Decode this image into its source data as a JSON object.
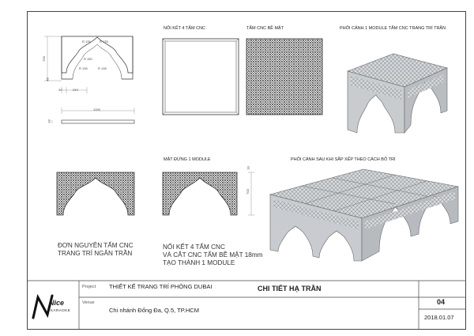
{
  "labels": {
    "noi_ket_4": "NỐI KẾT 4 TẤM CNC",
    "tam_cnc_be_mat": "TẤM CNC BỀ MẶT",
    "phoi_canh_1": "PHỐI CẢNH 1 MODULE TẤM CNC TRANG TRÍ TRẦN",
    "mat_dung": "MẶT ĐỨNG 1 MODULE",
    "phoi_canh_sau": "PHỐI CẢNH SAU KHI SẮP XẾP THEO CÁCH BỐ TRÍ",
    "don_nguyen_line1": "ĐƠN NGUYÊN TẤM CNC",
    "don_nguyen_line2": "TRANG TRÍ NGĂN TRẦN",
    "noi_ket_line1": "NỐI KẾT 4 TẤM CNC",
    "noi_ket_line2": "VÀ CẮT CNC TẤM BỀ MẶT 18mm",
    "noi_ket_line3": "TẠO THÀNH 1 MODULE"
  },
  "dims": {
    "r150": "R 150",
    "r135a": "R 135",
    "r135b": "R 135",
    "r135c": "R 135",
    "r135d": "R 135",
    "w40": "40",
    "w243": "243",
    "h700": "700",
    "h48": "48",
    "w1200": "1200",
    "t18": "18",
    "t48": "48",
    "h700b": "700",
    "t18b": "18"
  },
  "title_block": {
    "project_label": "Project",
    "project_value": "THIẾT KẾ TRANG TRÍ PHÒNG DUBAI",
    "venue_label": "Venue",
    "venue_value": "Chi nhánh Đống Đa, Q.5, TP.HCM",
    "drawing_title": "CHI TIẾT HẠ TRẦN",
    "sheet_number": "04",
    "date": "2018.01.07",
    "logo_text": "Nice",
    "logo_sub": "KARAOKE"
  }
}
